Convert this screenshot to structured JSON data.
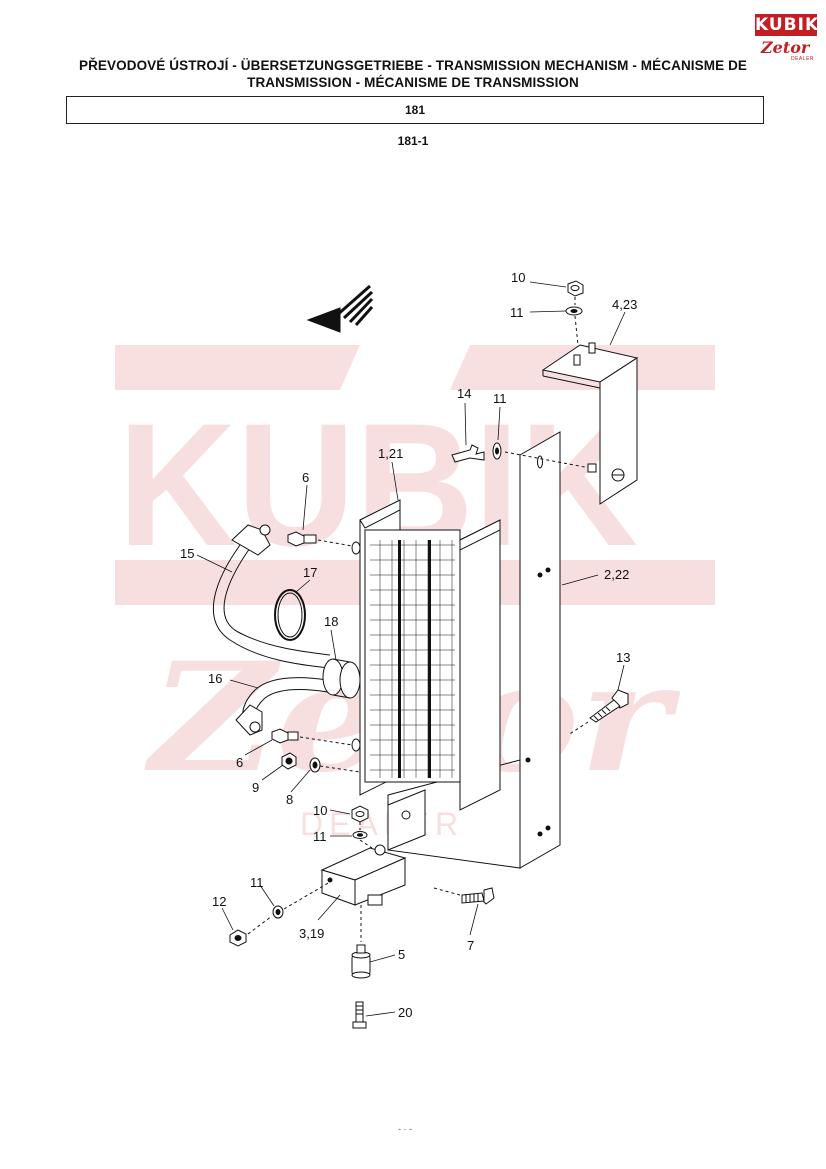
{
  "header": {
    "title_line1": "PŘEVODOVÉ ÚSTROJÍ - ÜBERSETZUNGSGETRIEBE - TRANSMISSION MECHANISM - MÉCANISME DE",
    "title_line2": "TRANSMISSION - MÉCANISME DE TRANSMISSION",
    "section_number": "181",
    "figure_number": "181-1"
  },
  "logo": {
    "top_text": "KUBIK",
    "bottom_text": "Zetor",
    "dealer_text": "DEALER",
    "color": "#c41e24"
  },
  "watermark": {
    "text": "KUBIK",
    "sub_text": "Zetor",
    "dealer_text": "DEALER",
    "color": "#f4c6c6"
  },
  "callouts": [
    {
      "id": "c10a",
      "text": "10"
    },
    {
      "id": "c11a",
      "text": "11"
    },
    {
      "id": "c423",
      "text": "4,23"
    },
    {
      "id": "c14",
      "text": "14"
    },
    {
      "id": "c11b",
      "text": "11"
    },
    {
      "id": "c121",
      "text": "1,21"
    },
    {
      "id": "c6a",
      "text": "6"
    },
    {
      "id": "c15",
      "text": "15"
    },
    {
      "id": "c17",
      "text": "17"
    },
    {
      "id": "c222",
      "text": "2,22"
    },
    {
      "id": "c18",
      "text": "18"
    },
    {
      "id": "c13",
      "text": "13"
    },
    {
      "id": "c16",
      "text": "16"
    },
    {
      "id": "c6b",
      "text": "6"
    },
    {
      "id": "c9",
      "text": "9"
    },
    {
      "id": "c8",
      "text": "8"
    },
    {
      "id": "c10b",
      "text": "10"
    },
    {
      "id": "c11c",
      "text": "11"
    },
    {
      "id": "c11d",
      "text": "11"
    },
    {
      "id": "c12",
      "text": "12"
    },
    {
      "id": "c319",
      "text": "3,19"
    },
    {
      "id": "c7",
      "text": "7"
    },
    {
      "id": "c5",
      "text": "5"
    },
    {
      "id": "c20",
      "text": "20"
    }
  ],
  "footer": {
    "text": "- · -"
  }
}
